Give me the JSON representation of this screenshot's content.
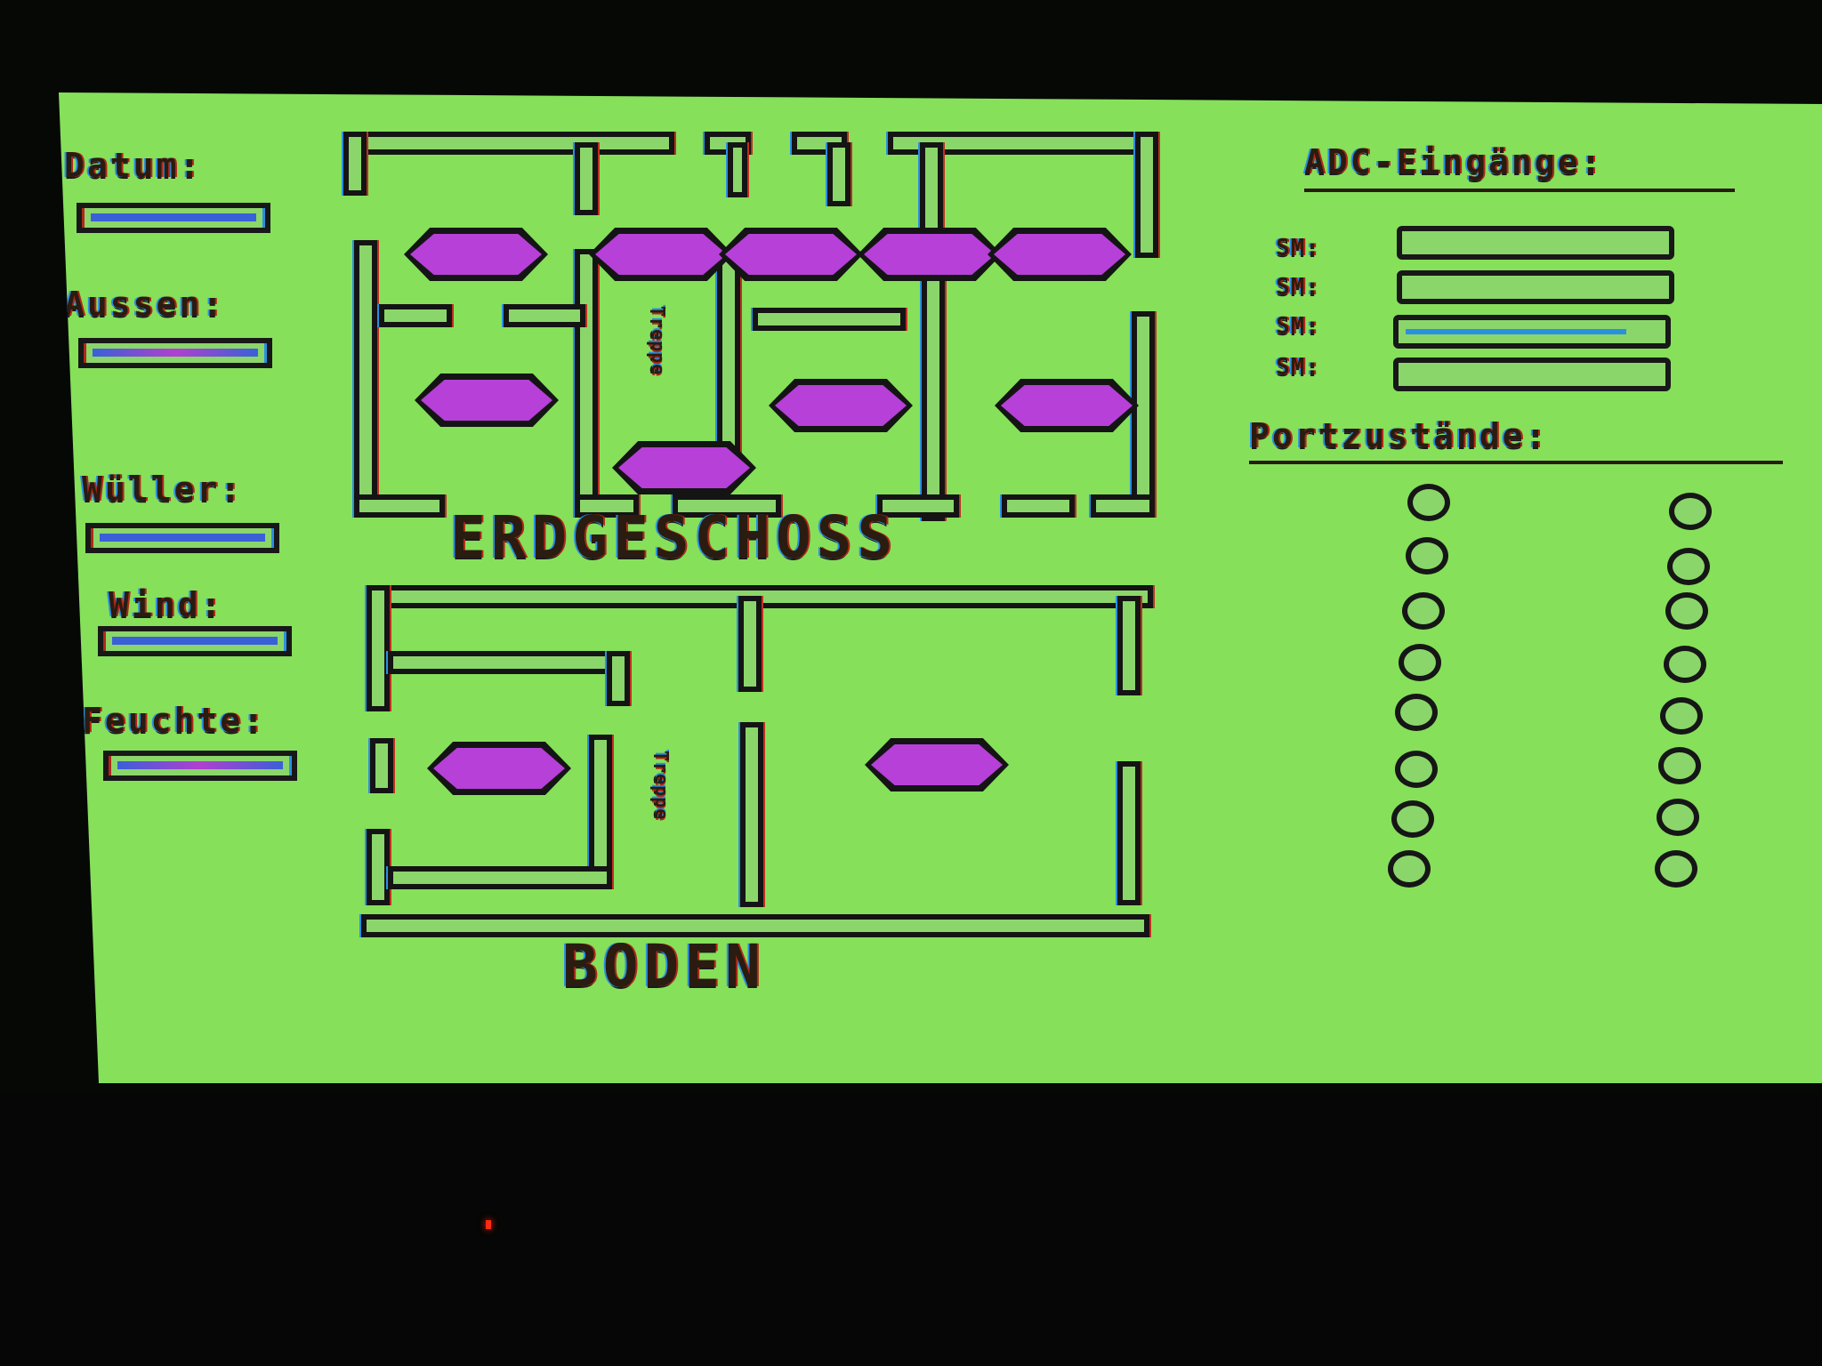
{
  "left_panel": {
    "datum_label": "Datum:",
    "aussen_label": "Aussen:",
    "wueller_label": "Wüller:",
    "wind_label": "Wind:",
    "feuchte_label": "Feuchte:"
  },
  "floorplan": {
    "upper_floor_title": "ERDGESCHOSS",
    "lower_floor_title": "BODEN",
    "stair_label_upper": "Treppe",
    "stair_label_lower": "Treppe"
  },
  "adc": {
    "title": "ADC-Eingänge:",
    "channels": [
      "SM:",
      "SM:",
      "SM:",
      "SM:"
    ],
    "levels": [
      0,
      0,
      0.9,
      0
    ]
  },
  "ports": {
    "title": "Portzustände:"
  },
  "colors": {
    "screen_bg": "#86e05a",
    "lamp": "#b640d8",
    "text": "#2a1c10",
    "field_fill": "#3a60d8"
  }
}
